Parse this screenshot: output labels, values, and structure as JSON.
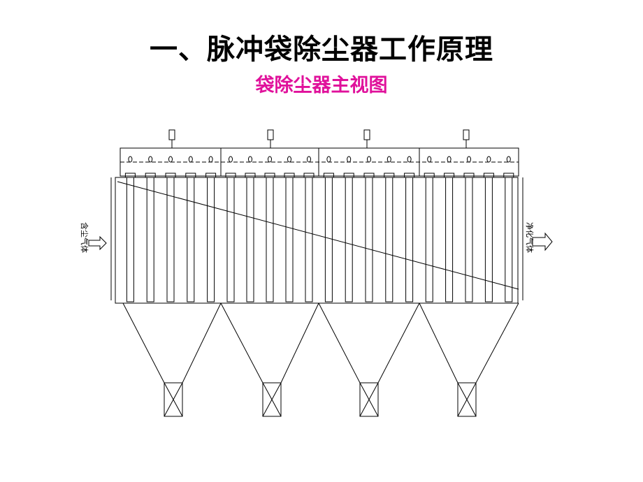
{
  "title": "一、脉冲袋除尘器工作原理",
  "subtitle": "袋除尘器主视图",
  "colors": {
    "subtitle": "#e0119b",
    "line": "#000000"
  },
  "diagram": {
    "inlet_label": "含尘气体",
    "outlet_label": "净化气体",
    "chambers": 4,
    "bags_per_chamber": 5
  }
}
